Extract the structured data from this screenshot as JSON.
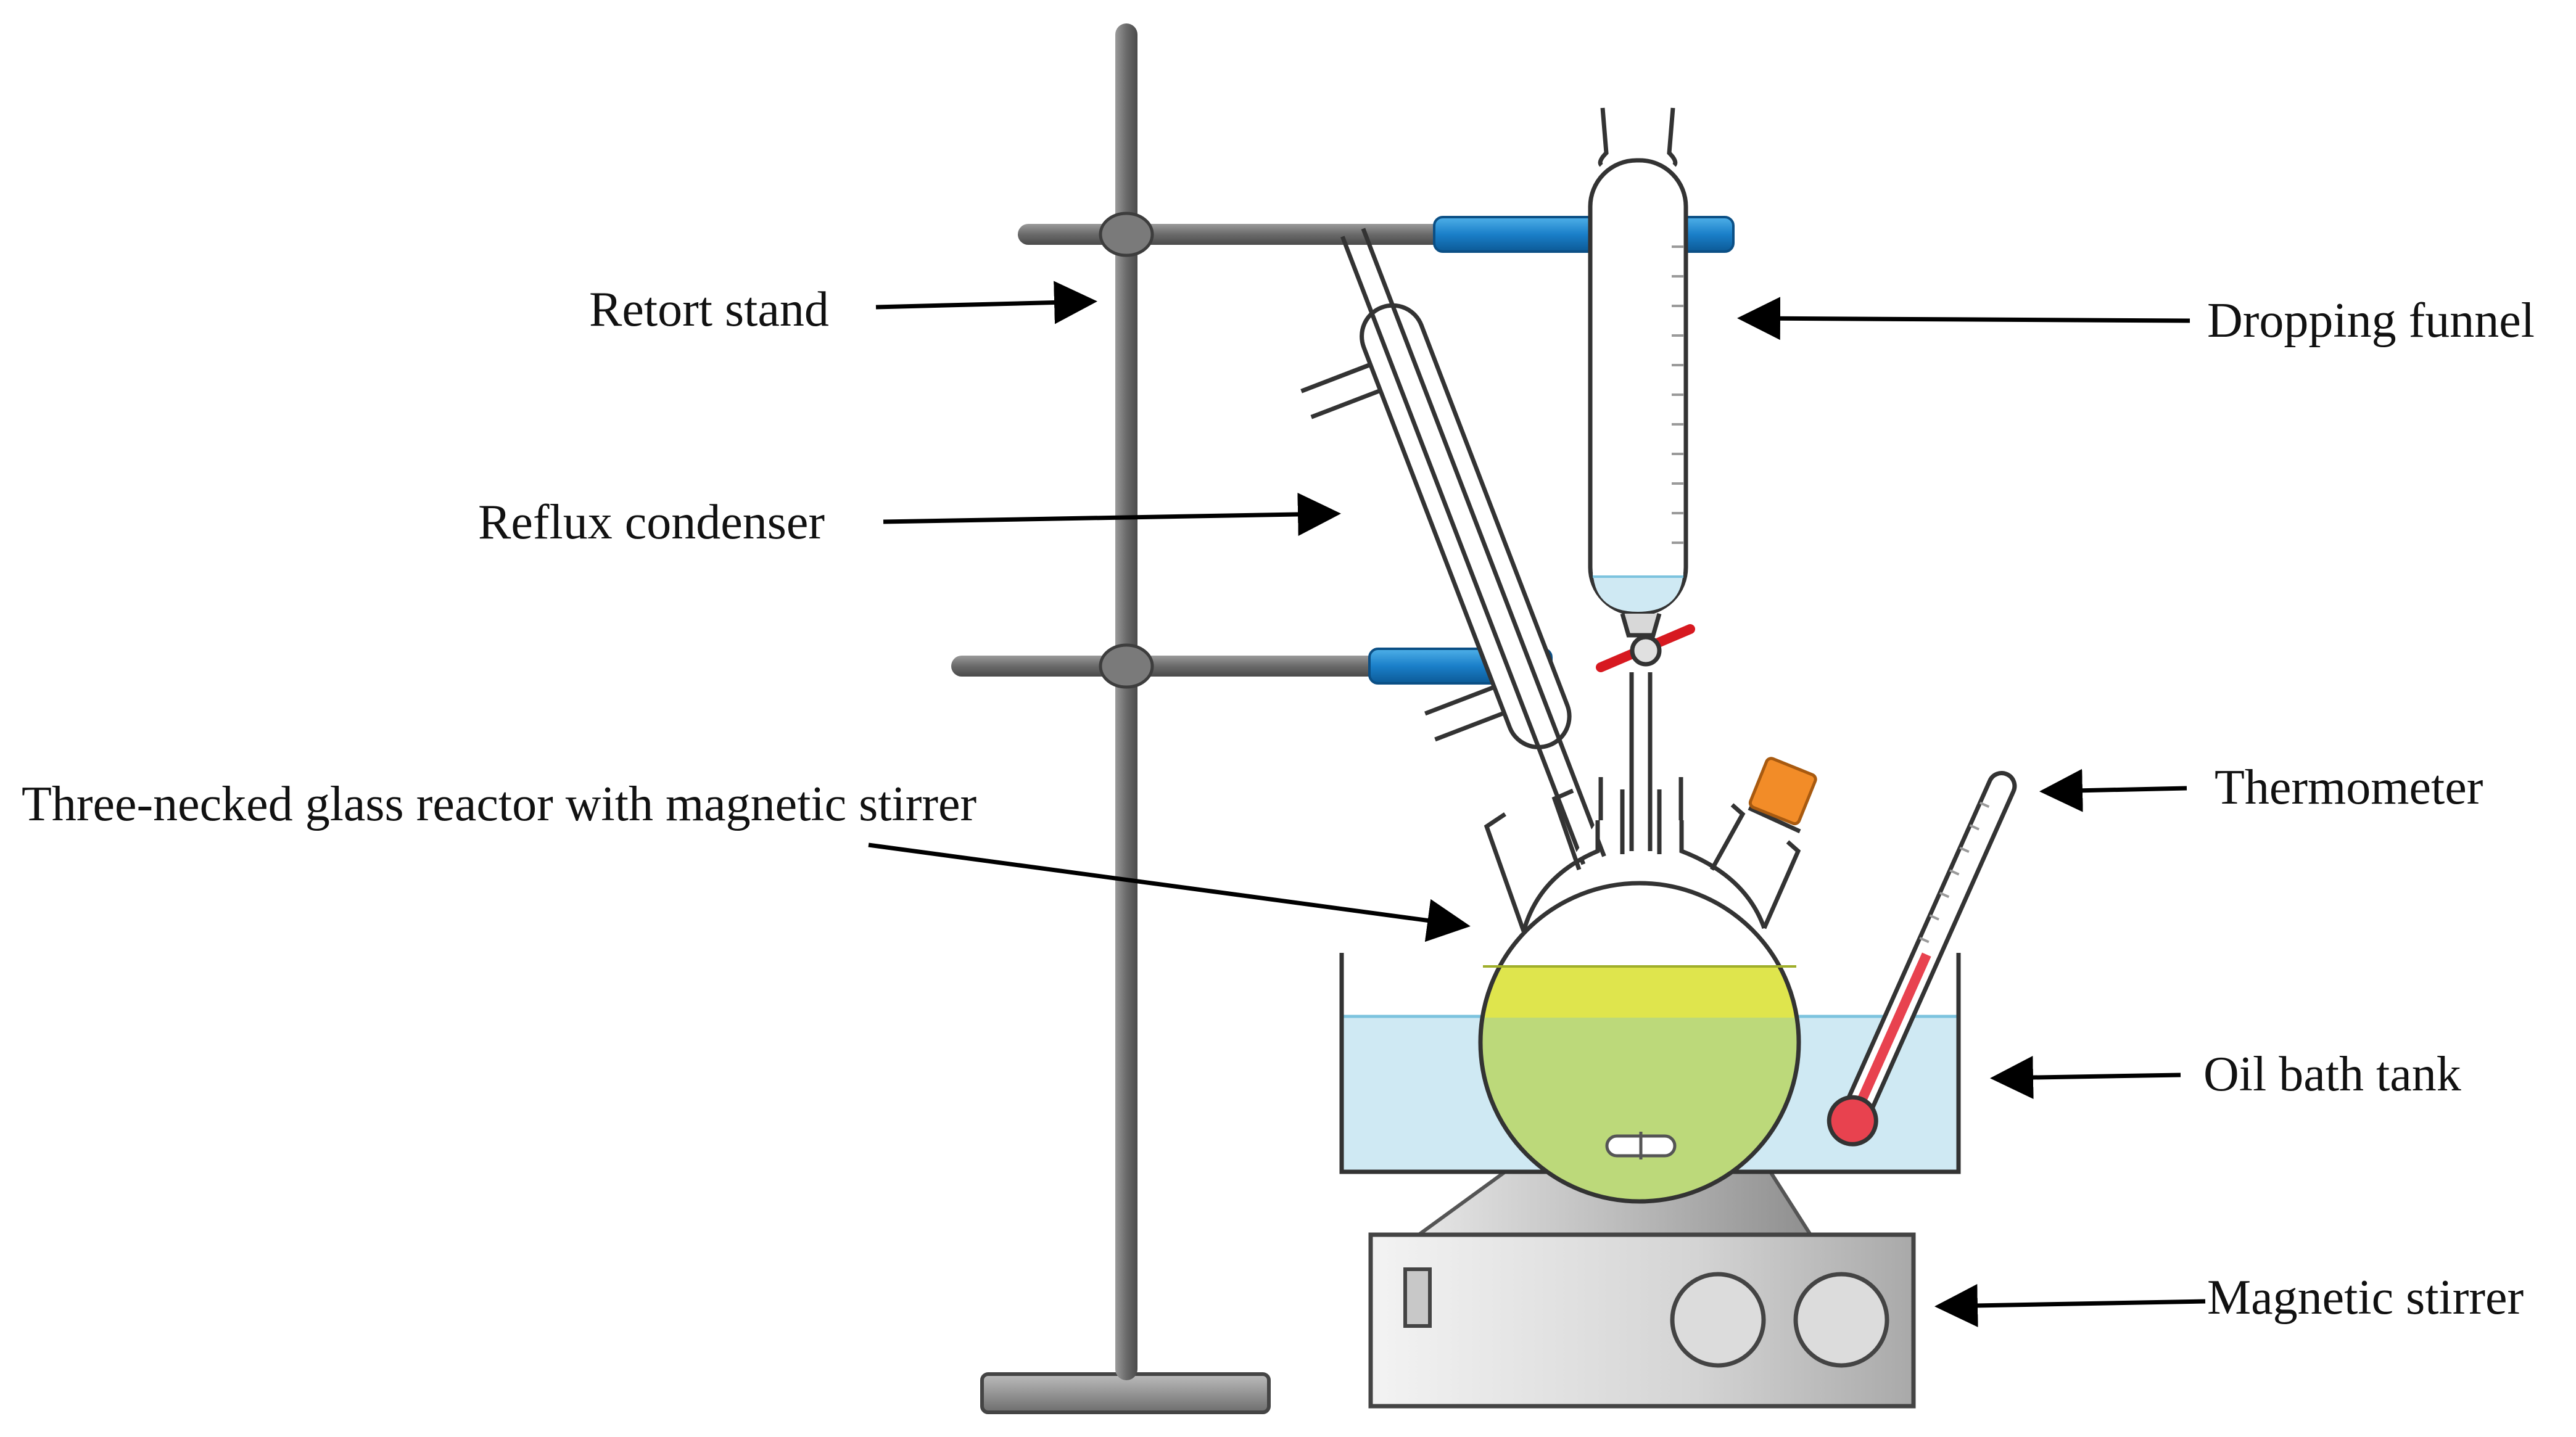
{
  "labels": {
    "retort_stand": "Retort stand",
    "reflux_condenser": "Reflux condenser",
    "reactor": "Three-necked glass reactor with magnetic stirrer",
    "dropping_funnel": "Dropping funnel",
    "thermometer": "Thermometer",
    "oil_bath": "Oil bath tank",
    "magnetic_stirrer": "Magnetic stirrer"
  },
  "colors": {
    "stand_rod": "#6b6b6b",
    "clamp_blue": "#1a7fc9",
    "bath_liquid": "#cfe9f3",
    "bath_line": "#7cc3de",
    "reactor_liquid_top": "#dde34f",
    "reactor_liquid_bottom": "#bcd97a",
    "stopcock_red": "#d71920",
    "stopper_orange": "#f28c28",
    "thermometer_red": "#e8424f",
    "stirrer_body": "#dcdcdc"
  }
}
